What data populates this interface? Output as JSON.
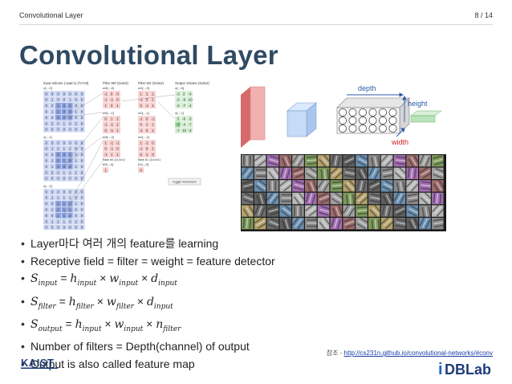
{
  "header": {
    "title": "Convolutional Layer",
    "page": "8 / 14"
  },
  "slide_title": "Convolutional Layer",
  "figure_left": {
    "headers": [
      "Input Volume (+pad 1) (7x7x3)",
      "Filter W0 (3x3x3)",
      "Filter W1 (3x3x3)",
      "Output Volume (3x3x2)"
    ],
    "input_labels": [
      "x[:,:,0]",
      "x[:,:,1]",
      "x[:,:,2]"
    ],
    "w0_labels": [
      "w0[:,:,0]",
      "w0[:,:,1]",
      "w0[:,:,2]"
    ],
    "w1_labels": [
      "w1[:,:,0]",
      "w1[:,:,1]",
      "w1[:,:,2]"
    ],
    "output_labels": [
      "o[:,:,0]",
      "o[:,:,1]"
    ],
    "bias0": "Bias b0 (1x1x1)",
    "bias0_val": "b0[:,:,0]",
    "bias1": "Bias b1 (1x1x1)",
    "bias1_val": "b1[:,:,0]",
    "toggle": "toggle movement",
    "input_slices": [
      [
        [
          0,
          0,
          0,
          0,
          0,
          0,
          0
        ],
        [
          0,
          1,
          0,
          0,
          1,
          0,
          0
        ],
        [
          0,
          2,
          1,
          2,
          2,
          0,
          0
        ],
        [
          0,
          1,
          2,
          0,
          0,
          1,
          0
        ],
        [
          0,
          2,
          0,
          2,
          0,
          0,
          0
        ],
        [
          0,
          2,
          0,
          1,
          0,
          2,
          0
        ],
        [
          0,
          0,
          0,
          0,
          0,
          0,
          0
        ]
      ],
      [
        [
          0,
          0,
          0,
          0,
          0,
          0,
          0
        ],
        [
          0,
          1,
          2,
          1,
          2,
          0,
          0
        ],
        [
          0,
          2,
          0,
          2,
          2,
          2,
          0
        ],
        [
          0,
          2,
          0,
          1,
          0,
          1,
          0
        ],
        [
          0,
          1,
          1,
          0,
          2,
          1,
          0
        ],
        [
          0,
          2,
          0,
          1,
          2,
          1,
          0
        ],
        [
          0,
          0,
          0,
          0,
          0,
          0,
          0
        ]
      ],
      [
        [
          0,
          0,
          0,
          0,
          0,
          0,
          0
        ],
        [
          0,
          1,
          1,
          1,
          1,
          0,
          0
        ],
        [
          0,
          0,
          1,
          1,
          0,
          1,
          0
        ],
        [
          0,
          2,
          2,
          1,
          1,
          0,
          0
        ],
        [
          0,
          0,
          1,
          1,
          2,
          0,
          0
        ],
        [
          0,
          1,
          2,
          1,
          0,
          2,
          0
        ],
        [
          0,
          0,
          0,
          0,
          0,
          0,
          0
        ]
      ]
    ],
    "w0": [
      [
        [
          -1,
          0,
          0
        ],
        [
          -1,
          -1,
          0
        ],
        [
          1,
          0,
          1
        ]
      ],
      [
        [
          0,
          1,
          1
        ],
        [
          -1,
          -1,
          1
        ],
        [
          0,
          -1,
          1
        ]
      ],
      [
        [
          1,
          -1,
          -1
        ],
        [
          0,
          -1,
          0
        ],
        [
          -1,
          1,
          1
        ]
      ]
    ],
    "w1": [
      [
        [
          1,
          1,
          1
        ],
        [
          -1,
          0,
          1
        ],
        [
          0,
          -1,
          1
        ]
      ],
      [
        [
          -1,
          0,
          -1
        ],
        [
          0,
          1,
          1
        ],
        [
          -1,
          0,
          1
        ]
      ],
      [
        [
          1,
          -1,
          0
        ],
        [
          -1,
          0,
          1
        ],
        [
          0,
          1,
          0
        ]
      ]
    ],
    "bias0_value": "1",
    "bias1_value": "0",
    "out": [
      [
        [
          -3,
          2,
          -4
        ],
        [
          -2,
          -8,
          -10
        ],
        [
          -2,
          -7,
          -4
        ]
      ],
      [
        [
          3,
          -6,
          -3
        ],
        [
          -8,
          -4,
          -7
        ],
        [
          -7,
          -10,
          -3
        ]
      ]
    ]
  },
  "figure_right": {
    "depth_label": "depth",
    "height_label": "height",
    "width_label": "width"
  },
  "bullets": {
    "b1_pre": "Layer마다 여러 개의 feature를 learning",
    "b2": "Receptive field = filter = weight = feature detector",
    "b3": {
      "lhs": "S",
      "lhs_sub": "input",
      "h": "h",
      "h_sub": "input",
      "w": "w",
      "w_sub": "input",
      "d": "d",
      "d_sub": "input"
    },
    "b4": {
      "lhs": "S",
      "lhs_sub": "filter",
      "h": "h",
      "h_sub": "filter",
      "w": "w",
      "w_sub": "filter",
      "d": "d",
      "d_sub": "input"
    },
    "b5": {
      "lhs": "S",
      "lhs_sub": "output",
      "h": "h",
      "h_sub": "input",
      "w": "w",
      "w_sub": "input",
      "d": "n",
      "d_sub": "filter"
    },
    "b6": "Number of filters = Depth(channel) of output",
    "b7": "Output is also called feature map",
    "bullet": "•",
    "eq": "=",
    "times": "×"
  },
  "reference": {
    "prefix": "참조 - ",
    "link": "http://cs231n.github.io/convolutional-networks/#conv"
  },
  "logos": {
    "kaist": "KAIST",
    "dblab": "DBLab",
    "dblab_i": "i"
  },
  "colors": {
    "title": "#2f4a63",
    "input": "#c9d3f2",
    "filter": "#f7cfcf",
    "output": "#d4efd4",
    "link": "#1a3ea8"
  }
}
